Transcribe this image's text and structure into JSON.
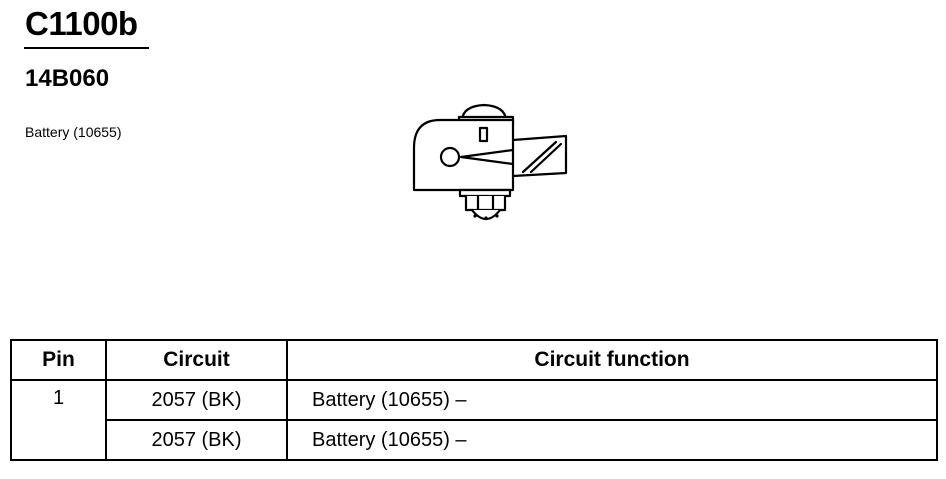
{
  "connector": {
    "id": "C1100b",
    "part_number": "14B060",
    "component": "Battery (10655)"
  },
  "table": {
    "headers": {
      "pin": "Pin",
      "circuit": "Circuit",
      "function": "Circuit function"
    },
    "rows": [
      {
        "pin": "1",
        "circuit": "2057 (BK)",
        "function": "Battery (10655) –"
      },
      {
        "pin": "",
        "circuit": "2057 (BK)",
        "function": "Battery (10655) –"
      }
    ]
  }
}
